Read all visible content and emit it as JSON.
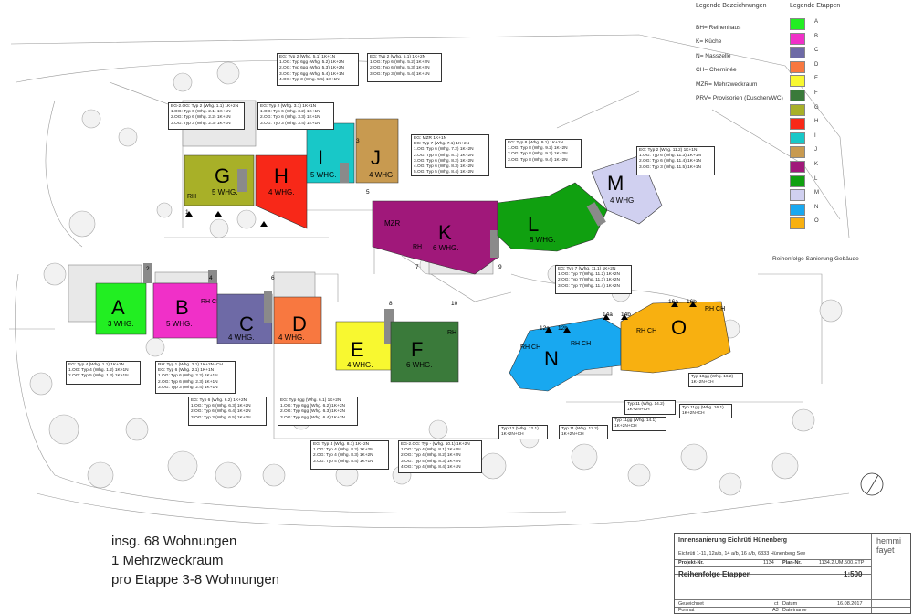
{
  "legend": {
    "designations_title": "Legende Bezeichnungen",
    "designations": [
      "BH= Reihenhaus",
      "K= Küche",
      "N= Nasszelle",
      "CH= Cheminée",
      "MZR= Mehrzweckraum",
      "PRV= Provisorien (Duschen/WC)"
    ],
    "stages_title": "Legende Etappen",
    "stages": [
      {
        "label": "A",
        "color": "#22ee22"
      },
      {
        "label": "B",
        "color": "#f030c8"
      },
      {
        "label": "C",
        "color": "#6e6aa6"
      },
      {
        "label": "D",
        "color": "#f87840"
      },
      {
        "label": "E",
        "color": "#f8f830"
      },
      {
        "label": "F",
        "color": "#3a7a3a"
      },
      {
        "label": "G",
        "color": "#a8b028"
      },
      {
        "label": "H",
        "color": "#f82818"
      },
      {
        "label": "I",
        "color": "#18c8c8"
      },
      {
        "label": "J",
        "color": "#c89a50"
      },
      {
        "label": "K",
        "color": "#a0187a"
      },
      {
        "label": "L",
        "color": "#10a010"
      },
      {
        "label": "M",
        "color": "#d0d0f0"
      },
      {
        "label": "N",
        "color": "#18a8f0"
      },
      {
        "label": "O",
        "color": "#f8b010"
      }
    ],
    "order_note": "Reihenfolge Sanierung Gebäude"
  },
  "buildings": [
    {
      "letter": "A",
      "units": "3 WHG."
    },
    {
      "letter": "B",
      "units": "5 WHG.",
      "extra": "RH CH"
    },
    {
      "letter": "C",
      "units": "4 WHG."
    },
    {
      "letter": "D",
      "units": "4 WHG."
    },
    {
      "letter": "E",
      "units": "4 WHG."
    },
    {
      "letter": "F",
      "units": "6 WHG.",
      "extra": "RH"
    },
    {
      "letter": "G",
      "units": "5 WHG.",
      "extra": "RH"
    },
    {
      "letter": "H",
      "units": "4 WHG."
    },
    {
      "letter": "I",
      "units": "5 WHG."
    },
    {
      "letter": "J",
      "units": "4 WHG."
    },
    {
      "letter": "K",
      "units": "6 WHG.",
      "extra": "RH",
      "mzr": "MZR"
    },
    {
      "letter": "L",
      "units": "8 WHG."
    },
    {
      "letter": "M",
      "units": "4 WHG."
    },
    {
      "letter": "N",
      "units": ""
    },
    {
      "letter": "O",
      "units": ""
    }
  ],
  "house_numbers": [
    "1",
    "2",
    "3",
    "4",
    "5",
    "6",
    "7",
    "8",
    "9",
    "10",
    "12a",
    "12b",
    "14a",
    "14b",
    "16a",
    "16b"
  ],
  "rh_ch": "RH CH",
  "summary": [
    "insg. 68 Wohnungen",
    "1 Mehrzweckraum",
    "pro Etappe 3-8 Wohnungen"
  ],
  "title_block": {
    "project_title": "Innensanierung Eichrüti Hünenberg",
    "address": "Eichrüti 1-11, 12a/b, 14 a/b, 16 a/b, 6333 Hünenberg See",
    "project_nr_label": "Projekt-Nr.",
    "project_nr": "1134",
    "plan_nr_label": "Plan-Nr.",
    "plan_nr": "1134.2.UM.500.ETP",
    "drawing_title": "Reihenfolge Etappen",
    "scale": "1:500",
    "created_label": "Gezeichnet",
    "created_by": "ct",
    "date_label": "Datum",
    "date": "16.08.2017",
    "format_label": "Format",
    "format": "A3",
    "file_label": "Dateiname",
    "firm_line1": "hemmi",
    "firm_line2": "fayet"
  },
  "info_boxes": [
    {
      "id": "G",
      "lines": [
        "EG-2.OG:  Typ 2 (Whg. 1.1)  1K+2N",
        "1.OG:   Typ 6 (Whg. 2.1)  1K+1N",
        "2.OG:   Typ 6 (Whg. 2.2)  1K+1N",
        "3.OG:   Typ 3 (Whg. 2.3)  1K+1N"
      ]
    },
    {
      "id": "H",
      "lines": [
        "EG:   Typ 2 (Whg. 3.1)  1K+1N",
        "1.OG:  Typ 6 (Whg. 3.2)  1K+1N",
        "2.OG:  Typ 6 (Whg. 3.3)  1K+1N",
        "3.OG:  Typ 3 (Whg. 3.4)  1K+1N"
      ]
    },
    {
      "id": "I",
      "lines": [
        "EG:   Typ 2 (Whg. 5.1)  1K+1N",
        "1.OG:  Typ 6gg (Whg. 5.2)  1K+2N",
        "2.OG:  Typ 6gg (Whg. 5.3)  1K+2N",
        "3.OG:  Typ 6gg (Whg. 5.4)  1K+1N",
        "4.OG:  Typ 3 (Whg. 5.5)  1K+1N"
      ]
    },
    {
      "id": "J",
      "lines": [
        "EG:   Typ 2 (Whg. 5.1)  1K+2N",
        "1.OG:  Typ 6 (Whg. 5.2)  1K+2N",
        "2.OG:  Typ 6 (Whg. 5.3)  1K+2N",
        "3.OG:  Typ 3 (Whg. 5.4)  1K+1N"
      ]
    },
    {
      "id": "K",
      "lines": [
        "EG:    MZR  1K+1N",
        "EG:   Typ 7 (Whg. 7.1)  1K+2N",
        "1.OG:  Typ 6 (Whg. 7.2)  1K+2N",
        "2.OG:  Typ 5 (Whg. 8.1)  1K+2N",
        "3.OG:  Typ 6 (Whg. 8.2)  1K+2N",
        "4.OG:  Typ 6 (Whg. 8.3)  1K+2N",
        "5.OG:  Typ 5 (Whg. 8.4)  1K+2N"
      ]
    },
    {
      "id": "L-top",
      "lines": [
        "EG:   Typ 8 (Whg. 9.1)  1K+2N",
        "1.OG:  Typ 8 (Whg. 9.2)  1K+2N",
        "2.OG:  Typ 8 (Whg. 9.3)  1K+2N",
        "3.OG:  Typ 8 (Whg. 9.4)  1K+2N"
      ]
    },
    {
      "id": "L-bottom",
      "lines": [
        "EG:   Typ 7 (Whg. 11.1)  1K+2N",
        "1.OG:  Typ 7 (Whg. 11.2)  1K+2N",
        "2.OG:  Typ 7 (Whg. 11.3)  1K+2N",
        "3.OG:  Typ 7 (Whg. 11.4)  1K+2N"
      ]
    },
    {
      "id": "M",
      "lines": [
        "EG:   Typ 2 (Whg. 11.2)  1K+1N",
        "1.OG:  Typ 6 (Whg. 11.3)  1K+1N",
        "2.OG:  Typ 6 (Whg. 11.4)  1K+1N",
        "3.OG:  Typ 3 (Whg. 11.5)  1K+1N"
      ]
    },
    {
      "id": "A",
      "lines": [
        "EG:   Typ 4 (Whg. 1.1)  1K+2N",
        "1.OG:  Typ 4 (Whg. 1.2)  1K+1N",
        "2.OG:  Typ 5 (Whg. 1.3)  1K+1N"
      ]
    },
    {
      "id": "B",
      "lines": [
        "RH:   Typ 1 (Whg. 2.1)  1K+2N+CH",
        "EG:   Typ 6 (Whg. 2.1)  1K+1N",
        "1.OG:  Typ 6 (Whg. 2.2)  1K+1N",
        "2.OG:  Typ 6 (Whg. 2.3)  1K+1N",
        "3.OG:  Typ 3 (Whg. 2.4)  1K+1N"
      ]
    },
    {
      "id": "C",
      "lines": [
        "EG:   Typ 6 (Whg. 6.2)  1K+2N",
        "1.OG:  Typ 6 (Whg. 6.3)  1K+2N",
        "2.OG:  Typ 6 (Whg. 6.4)  1K+2N",
        "3.OG:  Typ 3 (Whg. 6.5)  1K+2N"
      ]
    },
    {
      "id": "D",
      "lines": [
        "EG:   Typ 6gg (Whg. 6.1)  1K+2N",
        "1.OG:  Typ 6gg (Whg. 6.2)  1K+2N",
        "2.OG:  Typ 6gg (Whg. 6.3)  1K+2N",
        "3.OG:  Typ 6gg (Whg. 6.4)  1K+2N"
      ]
    },
    {
      "id": "E",
      "lines": [
        "EG:   Typ 4 (Whg. 8.1)  1K+2N",
        "1.OG:  Typ 4 (Whg. 8.2)  1K+2N",
        "2.OG:  Typ 4 (Whg. 8.3)  1K+2N",
        "3.OG:  Typ 4 (Whg. 8.4)  1K+1N"
      ]
    },
    {
      "id": "F",
      "lines": [
        "EG-2.OG: Typ - (Whg. 10.1)  1K+2N",
        "1.OG:  Typ 4 (Whg. 8.1)  1K+2N",
        "2.OG:  Typ 4 (Whg. 8.2)  1K+2N",
        "3.OG:  Typ 4 (Whg. 8.3)  1K+2N",
        "4.OG:  Typ 4 (Whg. 8.4)  1K+1N"
      ]
    },
    {
      "id": "N1",
      "lines": [
        "Typ 12 (Whg. 12.1)",
        "1K+2N+CH"
      ]
    },
    {
      "id": "N2",
      "lines": [
        "Typ 11 (Whg. 12.2)",
        "1K+2N+CH"
      ]
    },
    {
      "id": "O1",
      "lines": [
        "Typ 11 (Whg. 14.2)",
        "1K+2N+CH"
      ]
    },
    {
      "id": "O2",
      "lines": [
        "Typ 11gg (Whg. 14.1)",
        "1K+2N+CH"
      ]
    },
    {
      "id": "O3",
      "lines": [
        "Typ 10gg (Whg. 16.2)",
        "1K+2N+CH"
      ]
    },
    {
      "id": "O4",
      "lines": [
        "Typ 11gg (Whg. 16.1)",
        "1K+2N+CH"
      ]
    }
  ]
}
